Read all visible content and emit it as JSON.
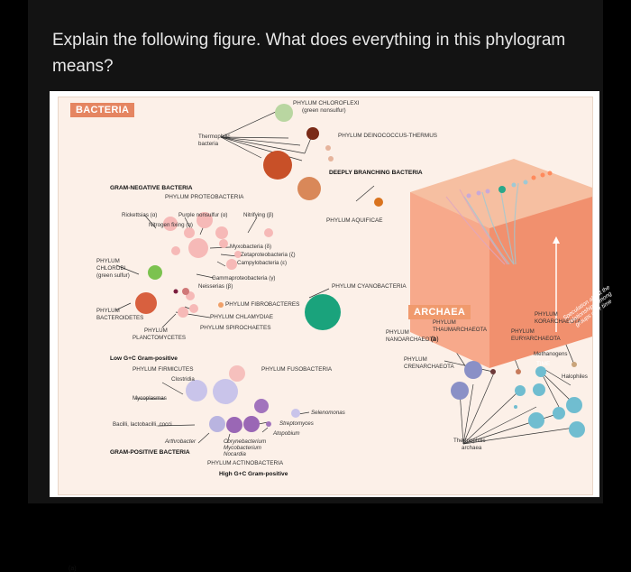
{
  "question": "Explain the following figure. What does everything in this phylogram means?",
  "tags": {
    "bacteria": "BACTERIA",
    "archaea": "ARCHAEA"
  },
  "panels": {
    "a": "(a)",
    "b": "(b)"
  },
  "headings": {
    "deeply_branching": "DEEPLY BRANCHING BACTERIA",
    "gram_negative": "GRAM-NEGATIVE BACTERIA",
    "low_gc": "Low G+C Gram-positive",
    "gram_positive": "GRAM-POSITIVE BACTERIA",
    "high_gc": "High G+C Gram-positive"
  },
  "labels": {
    "chloroflexi": "PHYLUM CHLOROFLEXI",
    "chloroflexi_sub": "(green nonsulfur)",
    "deinococcus": "PHYLUM DEINOCOCCUS-THERMUS",
    "thermophilic_bacteria_1": "Thermophilic",
    "thermophilic_bacteria_2": "bacteria",
    "proteobacteria": "PHYLUM PROTEOBACTERIA",
    "aquificae": "PHYLUM AQUIFICAE",
    "rickettsias": "Rickettsias (α)",
    "purple_nonsulfur": "Purple nonsulfur (α)",
    "nitrifying": "Nitrifying (β)",
    "nitrogen_fixing": "Nitrogen fixing (α)",
    "myxobacteria": "Myxobacteria (δ)",
    "zetaproteobacteria": "Zetaproteobacteria (ζ)",
    "campylobacteria": "Campylobacteria (ε)",
    "gammaproteobacteria": "Gammaproteobacteria (γ)",
    "neisserias": "Neisserias (β)",
    "chlorobi_1": "PHYLUM",
    "chlorobi_2": "CHLOROBI",
    "chlorobi_3": "(green sulfur)",
    "cyanobacteria": "PHYLUM CYANOBACTERIA",
    "fibrobacteres": "PHYLUM FIBROBACTERES",
    "chlamydiae": "PHYLUM CHLAMYDIAE",
    "spirochaetes": "PHYLUM SPIROCHAETES",
    "bacteroidetes_1": "PHYLUM",
    "bacteroidetes_2": "BACTEROIDETES",
    "planctomycetes_1": "PHYLUM",
    "planctomycetes_2": "PLANCTOMYCETES",
    "firmicutes": "PHYLUM FIRMICUTES",
    "fusobacteria": "PHYLUM FUSOBACTERIA",
    "clostridia": "Clostridia",
    "mycoplasmas": "Mycoplasmas",
    "selenomonas": "Selenomonas",
    "bacilli": "Bacilli, lactobacilli, cocci",
    "streptomyces": "Streptomyces",
    "atopobium": "Atopobium",
    "arthrobacter": "Arthrobacter",
    "corynebacterium": "Corynebacterium",
    "mycobacterium": "Mycobacterium",
    "nocardia": "Nocardia",
    "actinobacteria": "PHYLUM ACTINOBACTERIA",
    "thaumarchaeota_1": "PHYLUM",
    "thaumarchaeota_2": "THAUMARCHAEOTA",
    "nanoarchaeota_1": "PHYLUM",
    "nanoarchaeota_2": "NANOARCHAEOTA",
    "korarchaeota_1": "PHYLUM",
    "korarchaeota_2": "KORARCHAEOTA",
    "euryarchaeota_1": "PHYLUM",
    "euryarchaeota_2": "EURYARCHAEOTA",
    "crenarchaeota_1": "PHYLUM",
    "crenarchaeota_2": "CRENARCHAEOTA",
    "methanogens": "Methanogens",
    "halophiles": "Halophiles",
    "thermophilic_archaea_1": "Thermophilic",
    "thermophilic_archaea_2": "archaea",
    "time": "TIME",
    "speculation": "Speculation about the relationships among groups over time"
  },
  "colors": {
    "background": "#131313",
    "figure_bg": "#fcf0e8",
    "bacteria_tag": "#e58561",
    "archaea_tag": "#f09a6d",
    "cyanobacteria": "#1aa37c",
    "chlorobi": "#7cc24f",
    "bacteroidetes": "#d8603f",
    "proteobacteria": "#f6b9b7",
    "firmicutes": "#b9b4e0",
    "actinobacteria": "#9a67b5",
    "archaea": "#70bdd0",
    "crenarchaeota": "#8a90c6"
  }
}
